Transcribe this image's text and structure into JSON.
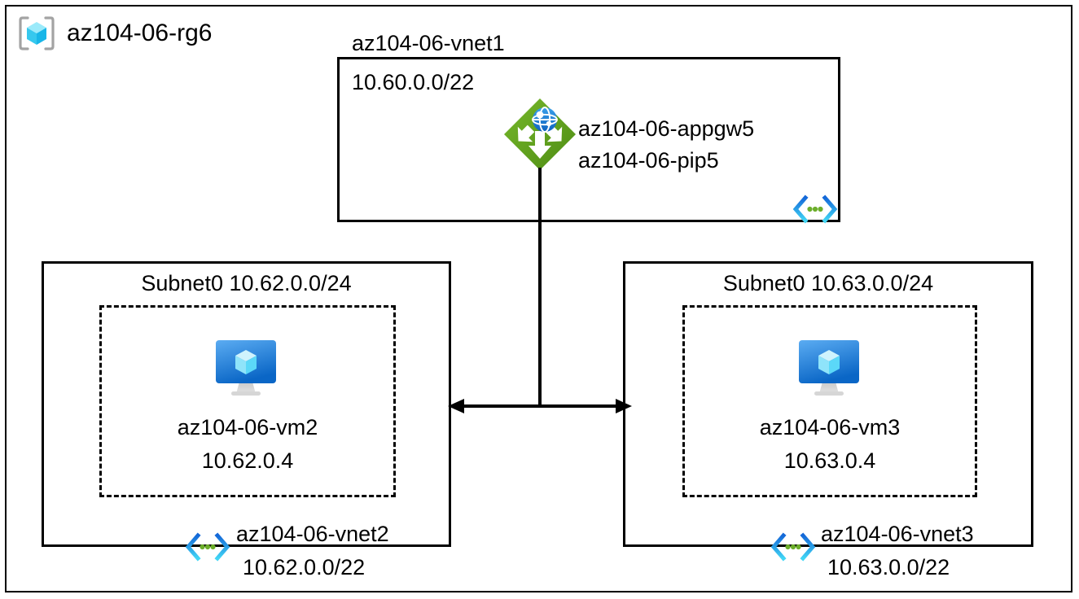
{
  "diagram": {
    "title": "az104-06-rg6",
    "resource_group": {
      "name": "az104-06-rg6",
      "icon": "resource-group-cube-icon"
    },
    "vnet1": {
      "name": "az104-06-vnet1",
      "address_space": "10.60.0.0/22",
      "icon": "virtual-network-icon",
      "resources": {
        "appgw": {
          "name": "az104-06-appgw5",
          "icon": "application-gateway-icon"
        },
        "pip": {
          "name": "az104-06-pip5"
        }
      }
    },
    "vnet2": {
      "name": "az104-06-vnet2",
      "address_space": "10.62.0.0/22",
      "icon": "virtual-network-icon",
      "subnet": {
        "label": "Subnet0 10.62.0.0/24"
      },
      "vm": {
        "name": "az104-06-vm2",
        "ip": "10.62.0.4",
        "icon": "virtual-machine-icon"
      }
    },
    "vnet3": {
      "name": "az104-06-vnet3",
      "address_space": "10.63.0.0/22",
      "icon": "virtual-network-icon",
      "subnet": {
        "label": "Subnet0 10.63.0.0/24"
      },
      "vm": {
        "name": "az104-06-vm3",
        "ip": "10.63.0.4",
        "icon": "virtual-machine-icon"
      }
    },
    "connectors": {
      "appgw_to_backend": "vertical-line",
      "vnet2_to_vnet3": "double-headed-arrow"
    },
    "colors": {
      "line": "#000000",
      "appgw_green": "#5E9A20",
      "vnet_blue": "#1F8FE0",
      "vnet_cyan": "#32C8F0",
      "vnet_green_dot": "#6CAE2B",
      "vm_blue_top": "#54A7F0",
      "vm_blue_bottom": "#0A6CC8",
      "cube_cyan": "#55DFF5",
      "rg_bracket_gray": "#A3A3A3",
      "background": "#FFFFFF"
    }
  }
}
